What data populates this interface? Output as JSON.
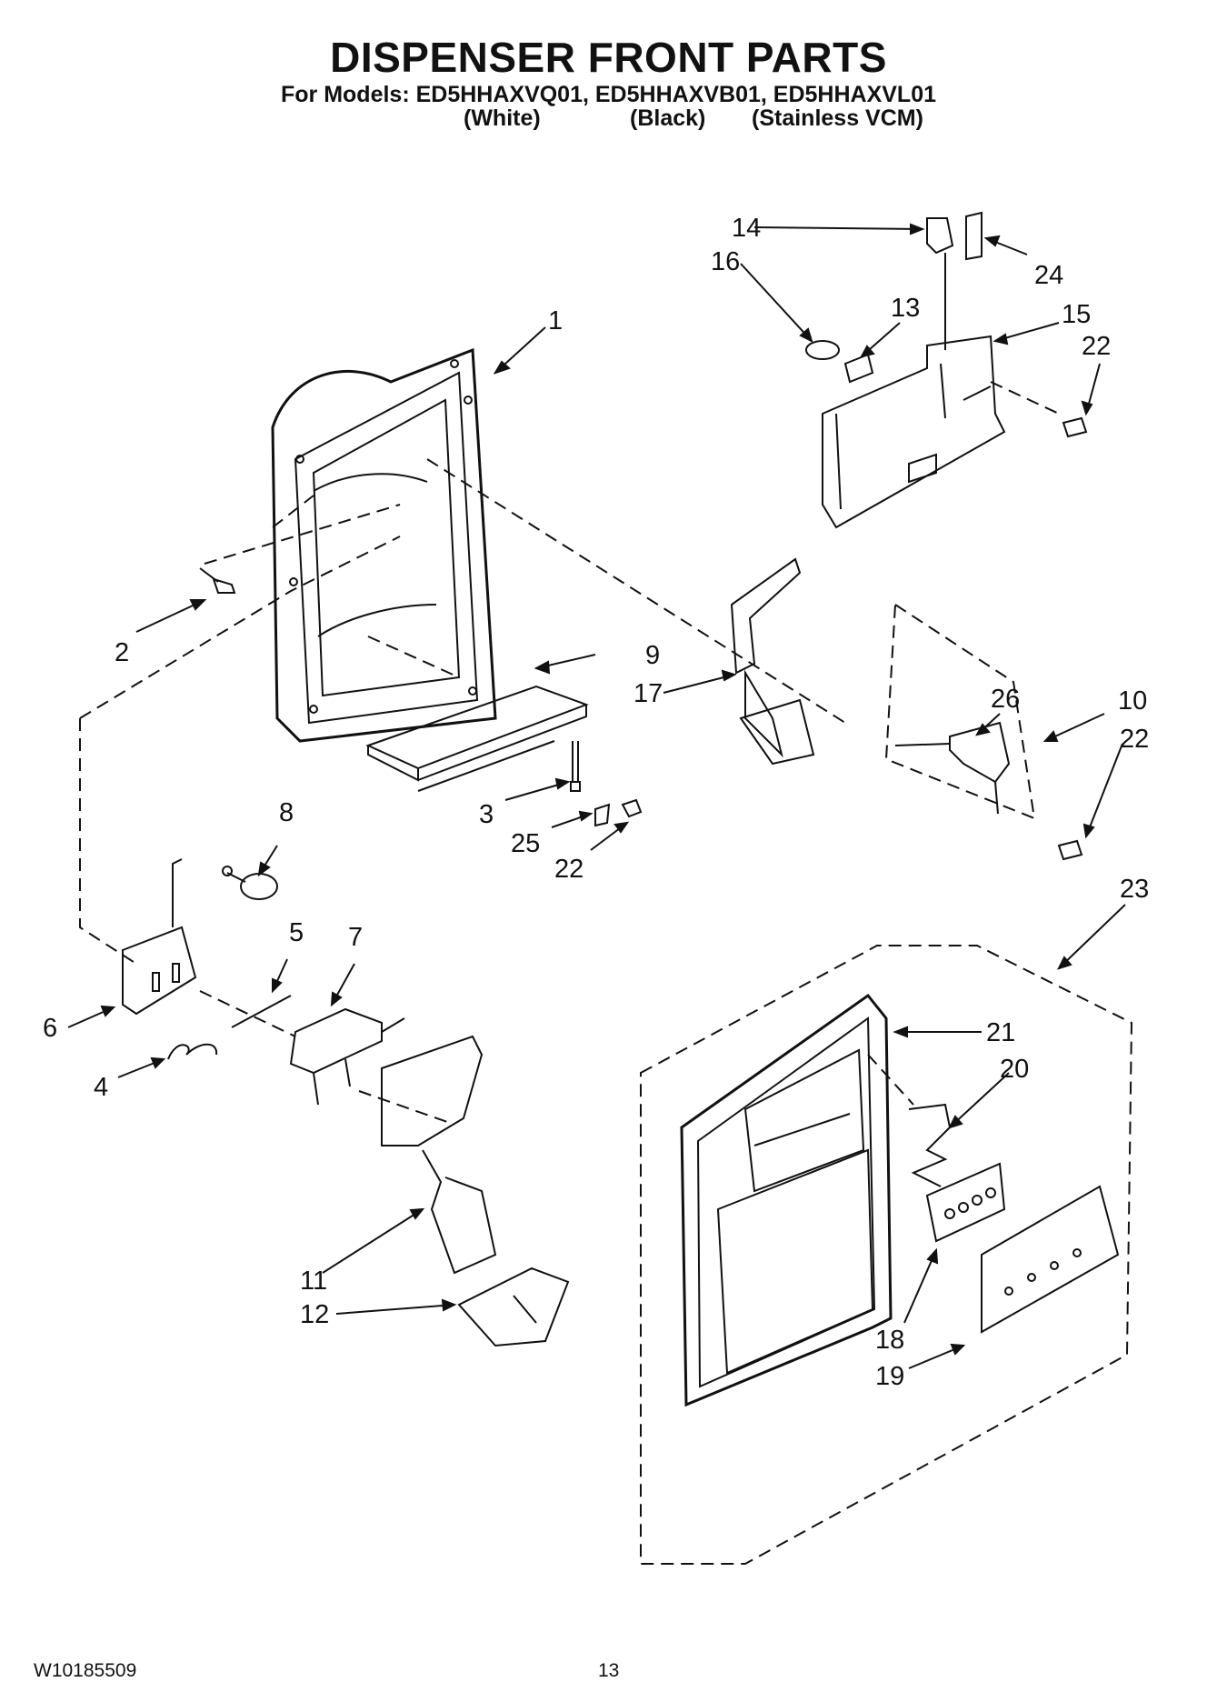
{
  "header": {
    "title": "DISPENSER FRONT PARTS",
    "models_line": "For Models: ED5HHAXVQ01, ED5HHAXVB01, ED5HHAXVL01",
    "variants": [
      "(White)",
      "(Black)",
      "(Stainless VCM)"
    ]
  },
  "callouts": [
    "1",
    "2",
    "3",
    "4",
    "5",
    "6",
    "7",
    "8",
    "9",
    "10",
    "11",
    "12",
    "13",
    "14",
    "15",
    "16",
    "17",
    "18",
    "19",
    "20",
    "21",
    "22",
    "22",
    "22",
    "23",
    "24",
    "25",
    "26"
  ],
  "footer": {
    "doc_number": "W10185509",
    "page_number": "13"
  }
}
